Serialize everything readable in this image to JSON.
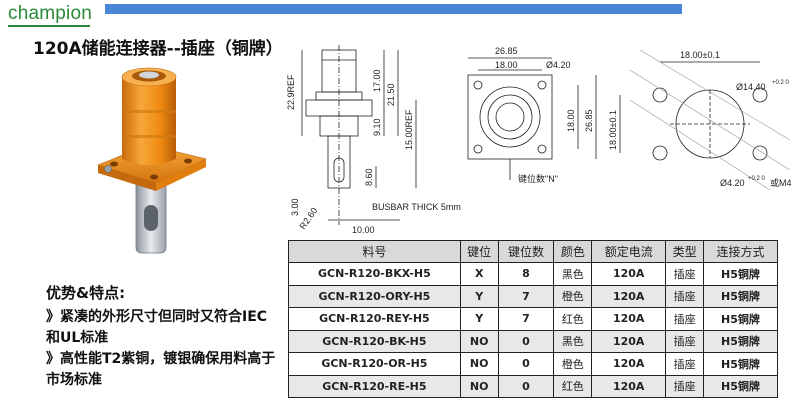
{
  "brand": {
    "logo": "champion"
  },
  "title": "120A储能连接器--插座（铜牌）",
  "drawing": {
    "side": {
      "ref_height": "22.9REF",
      "d1": "17.00",
      "d2": "21.50",
      "d3": "9.10",
      "d4": "15.00REF",
      "d5": "8.60",
      "d6": "3.00",
      "d7": "10.00",
      "radius": "R2.60",
      "busbar": "BUSBAR THICK 5mm"
    },
    "front": {
      "w1": "26.85",
      "w2": "18.00",
      "hole": "Ø4.20",
      "h1": "18.00",
      "h2": "26.85",
      "key": "键位数\"N\""
    },
    "cutout": {
      "w": "18.00±0.1",
      "h": "18.00±0.1",
      "dia": "Ø14.40",
      "dia_tol": "+0.2 0",
      "hole": "Ø4.20",
      "hole_tol": "+0.2 0",
      "hole_alt": "或M4"
    }
  },
  "features": {
    "heading": "优势&特点:",
    "items": [
      "》紧凑的外形尺寸但同时又符合IEC和UL标准",
      "》高性能T2紫铜，镀银确保用料高于市场标准"
    ]
  },
  "table": {
    "headers": [
      "料号",
      "键位",
      "键位数",
      "颜色",
      "额定电流",
      "类型",
      "连接方式"
    ],
    "rows": [
      [
        "GCN-R120-BKX-H5",
        "X",
        "8",
        "黑色",
        "120A",
        "插座",
        "H5铜牌"
      ],
      [
        "GCN-R120-ORY-H5",
        "Y",
        "7",
        "橙色",
        "120A",
        "插座",
        "H5铜牌"
      ],
      [
        "GCN-R120-REY-H5",
        "Y",
        "7",
        "红色",
        "120A",
        "插座",
        "H5铜牌"
      ],
      [
        "GCN-R120-BK-H5",
        "NO",
        "0",
        "黑色",
        "120A",
        "插座",
        "H5铜牌"
      ],
      [
        "GCN-R120-OR-H5",
        "NO",
        "0",
        "橙色",
        "120A",
        "插座",
        "H5铜牌"
      ],
      [
        "GCN-R120-RE-H5",
        "NO",
        "0",
        "红色",
        "120A",
        "插座",
        "H5铜牌"
      ]
    ]
  },
  "colors": {
    "brand": "#2a8a3a",
    "bar": "#4a86d8",
    "product": "#f0921e"
  }
}
